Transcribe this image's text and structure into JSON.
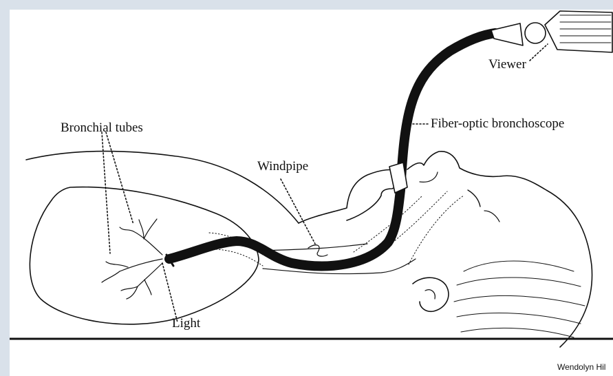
{
  "labels": {
    "viewer": "Viewer",
    "bronchoscope": "Fiber-optic bronchoscope",
    "bronchial_tubes": "Bronchial tubes",
    "windpipe": "Windpipe",
    "light": "Light"
  },
  "credit": "Wendolyn Hil",
  "colors": {
    "frame": "#d9e1ea",
    "background": "#ffffff",
    "ink": "#111111"
  }
}
